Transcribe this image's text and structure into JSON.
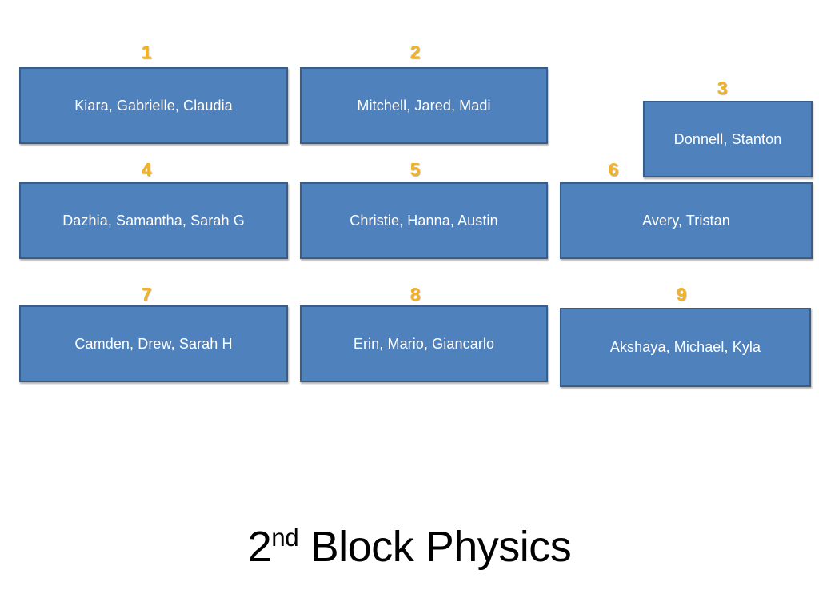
{
  "slide": {
    "title_main_1": "2",
    "title_superscript": "nd",
    "title_main_2": " Block Physics",
    "background_color": "#FFFFFF"
  },
  "style": {
    "box_fill": "#4F81BD",
    "box_border": "#385D8A",
    "box_text_color": "#FFFFFF",
    "number_color": "#F0B323",
    "title_color": "#000000"
  },
  "groups": [
    {
      "number": "1",
      "members": "Kiara, Gabrielle, Claudia"
    },
    {
      "number": "2",
      "members": "Mitchell, Jared, Madi"
    },
    {
      "number": "3",
      "members": "Donnell, Stanton"
    },
    {
      "number": "4",
      "members": "Dazhia, Samantha, Sarah G"
    },
    {
      "number": "5",
      "members": "Christie, Hanna, Austin"
    },
    {
      "number": "6",
      "members": "Avery, Tristan"
    },
    {
      "number": "7",
      "members": "Camden, Drew, Sarah H"
    },
    {
      "number": "8",
      "members": "Erin, Mario, Giancarlo"
    },
    {
      "number": "9",
      "members": "Akshaya, Michael, Kyla"
    }
  ]
}
